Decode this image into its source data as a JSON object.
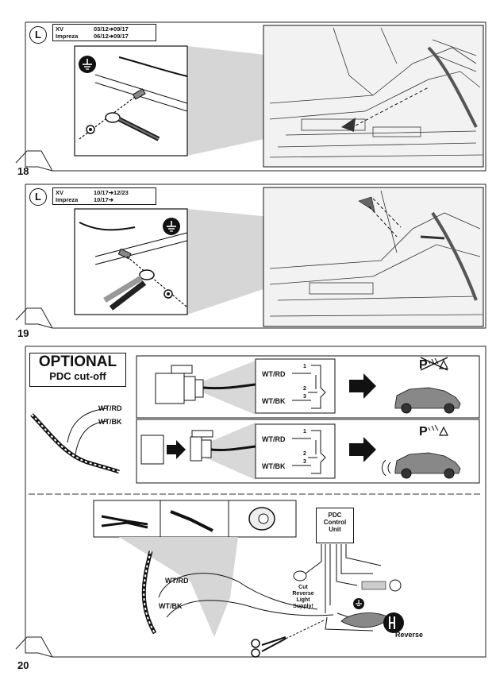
{
  "steps": [
    {
      "number": "18",
      "letter": "L",
      "rows": [
        [
          "XV",
          "03/12➔09/17"
        ],
        [
          "Impreza",
          "06/12➔09/17"
        ]
      ]
    },
    {
      "number": "19",
      "letter": "L",
      "rows": [
        [
          "XV",
          "10/17➔12/23"
        ],
        [
          "Impreza",
          "10/17➔"
        ]
      ]
    },
    {
      "number": "20"
    }
  ],
  "optional": {
    "title": "OPTIONAL",
    "subtitle": "PDC cut-off"
  },
  "wires": {
    "wt_rd": "WT/RD",
    "wt_bk": "WT/BK",
    "pins": [
      "1",
      "2",
      "3"
    ]
  },
  "pdc": {
    "line1": "PDC",
    "line2": "Control",
    "line3": "Unit"
  },
  "cut_note": [
    "Cut",
    "Reverse",
    "Light",
    "Supply!"
  ],
  "reverse_label": "Reverse",
  "icons": {
    "ground": "ground-icon",
    "pdc_off": "parking-sensor-off-icon",
    "pdc_on": "parking-sensor-on-icon",
    "reverse": "reverse-gear-icon"
  }
}
